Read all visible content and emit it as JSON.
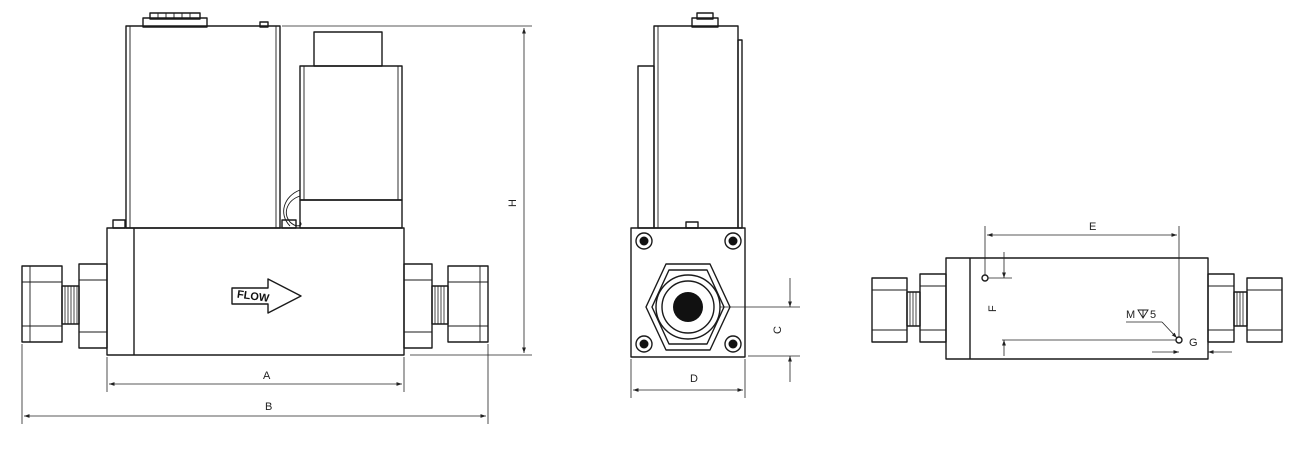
{
  "labels": {
    "dim_a": "A",
    "dim_b": "B",
    "dim_h": "H",
    "dim_c": "C",
    "dim_d": "D",
    "dim_e": "E",
    "dim_f": "F",
    "dim_g": "G",
    "thread_note": "M",
    "thread_depth": "5",
    "flow_arrow": "FLOW"
  },
  "colors": {
    "line": "#1a1a1a",
    "background": "#ffffff"
  }
}
